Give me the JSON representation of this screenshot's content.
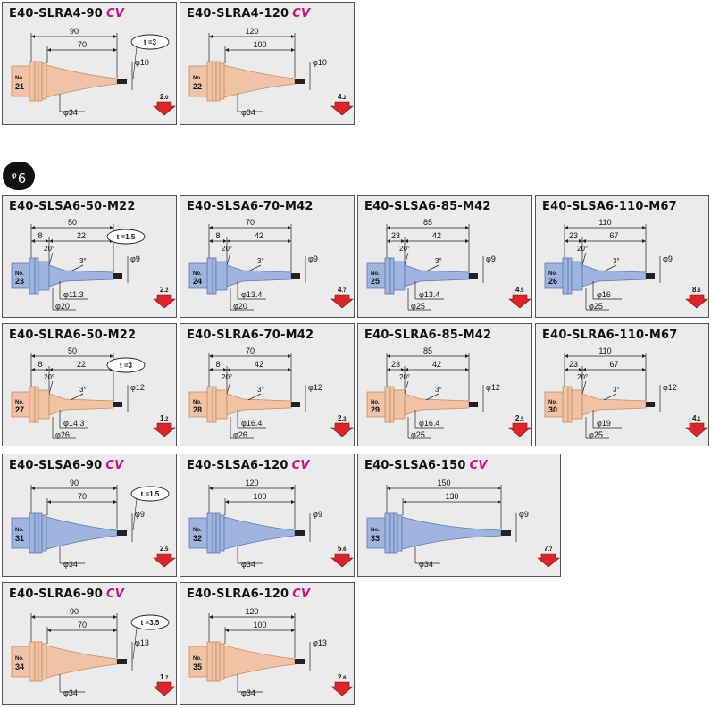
{
  "section_badge": {
    "symbol": "φ",
    "value": "6"
  },
  "colors": {
    "orange": "#f0c2a6",
    "orange_edge": "#c9895f",
    "blue": "#9fb5e0",
    "blue_edge": "#5d77ad",
    "tip": "#222222",
    "arrow": "#d9262a",
    "card_bg": "#ebebeb",
    "cv": "#c4167c"
  },
  "cards": [
    {
      "title": "E40-SLRA4-90",
      "cv": "CV",
      "no": "21",
      "color": "orange",
      "type": "cone",
      "dims": [
        {
          "label": "90"
        },
        {
          "label": "70"
        }
      ],
      "tip_label": "φ10",
      "shank_label": "φ34",
      "t_label": "t =3",
      "weight": "2.0",
      "weight_a": "2",
      "weight_b": "0"
    },
    {
      "title": "E40-SLRA4-120",
      "cv": "CV",
      "no": "22",
      "color": "orange",
      "type": "cone",
      "dims": [
        {
          "label": "120"
        },
        {
          "label": "100"
        }
      ],
      "tip_label": "φ10",
      "shank_label": "φ34",
      "weight": "4.2",
      "weight_a": "4",
      "weight_b": "2"
    },
    {
      "title": "E40-SLSA6-50-M22",
      "no": "23",
      "color": "blue",
      "type": "step",
      "dims": [
        {
          "label": "50"
        },
        {
          "label": "8"
        },
        {
          "label": "22"
        }
      ],
      "angle1": "20°",
      "angle2": "3°",
      "tip_label": "φ9",
      "t_label": "t =1.5",
      "neck_label": "φ11.3",
      "shank_label": "φ20",
      "weight": "2.2",
      "weight_a": "2",
      "weight_b": "2"
    },
    {
      "title": "E40-SLSA6-70-M42",
      "no": "24",
      "color": "blue",
      "type": "step",
      "dims": [
        {
          "label": "70"
        },
        {
          "label": "8"
        },
        {
          "label": "42"
        }
      ],
      "angle1": "20°",
      "angle2": "3°",
      "tip_label": "φ9",
      "neck_label": "φ13.4",
      "shank_label": "φ20",
      "weight": "4.7",
      "weight_a": "4",
      "weight_b": "7"
    },
    {
      "title": "E40-SLSA6-85-M42",
      "no": "25",
      "color": "blue",
      "type": "step",
      "dims": [
        {
          "label": "85"
        },
        {
          "label": "23"
        },
        {
          "label": "42"
        }
      ],
      "angle1": "20°",
      "angle2": "3°",
      "tip_label": "φ9",
      "neck_label": "φ13.4",
      "shank_label": "φ25",
      "weight": "4.9",
      "weight_a": "4",
      "weight_b": "9"
    },
    {
      "title": "E40-SLSA6-110-M67",
      "no": "26",
      "color": "blue",
      "type": "step",
      "dims": [
        {
          "label": "110"
        },
        {
          "label": "23"
        },
        {
          "label": "67"
        }
      ],
      "angle1": "20°",
      "angle2": "3°",
      "tip_label": "φ9",
      "neck_label": "φ16",
      "shank_label": "φ25",
      "weight": "8.6",
      "weight_a": "8",
      "weight_b": "6"
    },
    {
      "title": "E40-SLRA6-50-M22",
      "no": "27",
      "color": "orange",
      "type": "step",
      "dims": [
        {
          "label": "50"
        },
        {
          "label": "8"
        },
        {
          "label": "22"
        }
      ],
      "angle1": "20°",
      "angle2": "3°",
      "tip_label": "φ12",
      "t_label": "t =3",
      "neck_label": "φ14.3",
      "shank_label": "φ26",
      "weight": "1.2",
      "weight_a": "1",
      "weight_b": "2"
    },
    {
      "title": "E40-SLRA6-70-M42",
      "no": "28",
      "color": "orange",
      "type": "step",
      "dims": [
        {
          "label": "70"
        },
        {
          "label": "8"
        },
        {
          "label": "42"
        }
      ],
      "angle1": "20°",
      "angle2": "3°",
      "tip_label": "φ12",
      "neck_label": "φ16.4",
      "shank_label": "φ26",
      "weight": "2.3",
      "weight_a": "2",
      "weight_b": "3"
    },
    {
      "title": "E40-SLRA6-85-M42",
      "no": "29",
      "color": "orange",
      "type": "step",
      "dims": [
        {
          "label": "85"
        },
        {
          "label": "23"
        },
        {
          "label": "42"
        }
      ],
      "angle1": "20°",
      "angle2": "3°",
      "tip_label": "φ12",
      "neck_label": "φ16.4",
      "shank_label": "φ25",
      "weight": "2.5",
      "weight_a": "2",
      "weight_b": "5"
    },
    {
      "title": "E40-SLRA6-110-M67",
      "no": "30",
      "color": "orange",
      "type": "step",
      "dims": [
        {
          "label": "110"
        },
        {
          "label": "23"
        },
        {
          "label": "67"
        }
      ],
      "angle1": "20°",
      "angle2": "3°",
      "tip_label": "φ12",
      "neck_label": "φ19",
      "shank_label": "φ25",
      "weight": "4.1",
      "weight_a": "4",
      "weight_b": "1"
    },
    {
      "title": "E40-SLSA6-90",
      "cv": "CV",
      "no": "31",
      "color": "blue",
      "type": "cone",
      "dims": [
        {
          "label": "90"
        },
        {
          "label": "70"
        }
      ],
      "tip_label": "φ9",
      "shank_label": "φ34",
      "t_label": "t =1.5",
      "weight": "2.5",
      "weight_a": "2",
      "weight_b": "5"
    },
    {
      "title": "E40-SLSA6-120",
      "cv": "CV",
      "no": "32",
      "color": "blue",
      "type": "cone",
      "dims": [
        {
          "label": "120"
        },
        {
          "label": "100"
        }
      ],
      "tip_label": "φ9",
      "shank_label": "φ34",
      "weight": "5.6",
      "weight_a": "5",
      "weight_b": "6"
    },
    {
      "title": "E40-SLSA6-150",
      "cv": "CV",
      "no": "33",
      "color": "blue",
      "type": "cone",
      "dims": [
        {
          "label": "150"
        },
        {
          "label": "130"
        }
      ],
      "tip_label": "φ9",
      "shank_label": "φ34",
      "weight": "7.7",
      "weight_a": "7",
      "weight_b": "7"
    },
    {
      "title": "E40-SLRA6-90",
      "cv": "CV",
      "no": "34",
      "color": "orange",
      "type": "cone",
      "dims": [
        {
          "label": "90"
        },
        {
          "label": "70"
        }
      ],
      "tip_label": "φ13",
      "shank_label": "φ34",
      "t_label": "t =3.5",
      "weight": "1.7",
      "weight_a": "1",
      "weight_b": "7"
    },
    {
      "title": "E40-SLRA6-120",
      "cv": "CV",
      "no": "35",
      "color": "orange",
      "type": "cone",
      "dims": [
        {
          "label": "120"
        },
        {
          "label": "100"
        }
      ],
      "tip_label": "φ13",
      "shank_label": "φ34",
      "weight": "2.6",
      "weight_a": "2",
      "weight_b": "6"
    }
  ]
}
